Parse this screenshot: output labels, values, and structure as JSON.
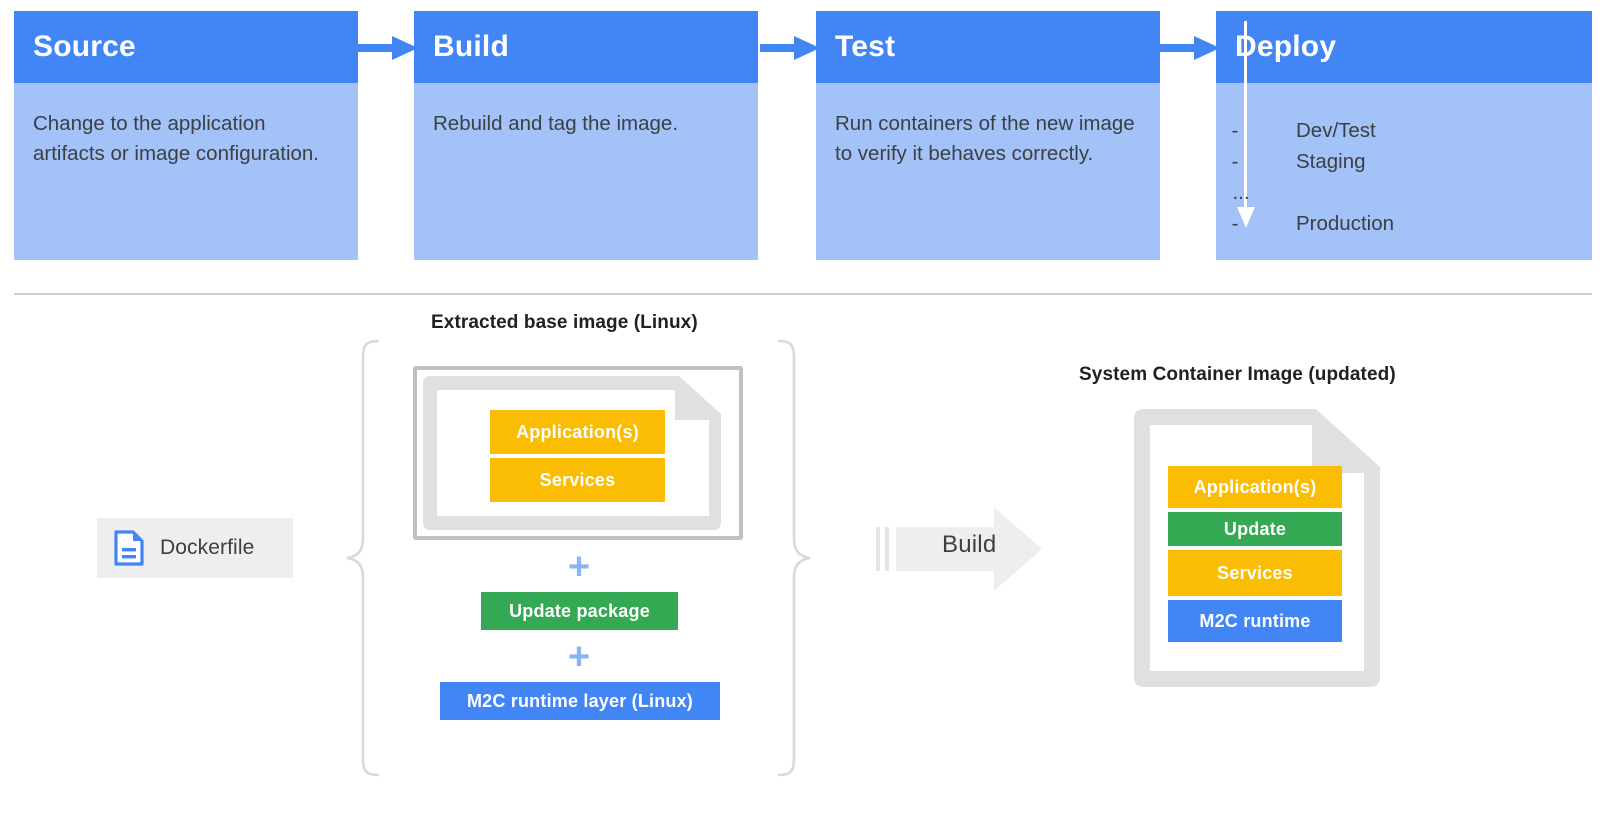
{
  "pipeline": {
    "stages": [
      {
        "title": "Source",
        "body": "Change to the application artifacts or image configuration."
      },
      {
        "title": "Build",
        "body": "Rebuild and tag the image."
      },
      {
        "title": "Test",
        "body": "Run containers of the new image to verify it behaves correctly."
      },
      {
        "title": "Deploy",
        "body": ""
      }
    ],
    "deploy_items": [
      {
        "marker": "-",
        "label": "Dev/Test"
      },
      {
        "marker": "-",
        "label": "Staging"
      },
      {
        "marker": "...",
        "label": ""
      },
      {
        "marker": "-",
        "label": "Production"
      }
    ],
    "arrow_icon": "arrow-right-icon"
  },
  "lower": {
    "base_image_label": "Extracted base image (Linux)",
    "result_image_label": "System Container Image (updated)",
    "dockerfile": {
      "label": "Dockerfile",
      "icon": "document-icon"
    },
    "base_layers": [
      {
        "name": "Application(s)",
        "color": "#FBBC04"
      },
      {
        "name": "Services",
        "color": "#FBBC04"
      }
    ],
    "addends": [
      {
        "plus": "+",
        "name": "Update package",
        "color": "#34A853"
      },
      {
        "plus": "+",
        "name": "M2C runtime layer (Linux)",
        "color": "#4285F4"
      }
    ],
    "build_action": {
      "label": "Build",
      "icon": "block-arrow-right-icon"
    },
    "result_layers": [
      {
        "name": "Application(s)",
        "color": "#FBBC04"
      },
      {
        "name": "Update",
        "color": "#34A853"
      },
      {
        "name": "Services",
        "color": "#FBBC04"
      },
      {
        "name": "M2C runtime",
        "color": "#4285F4"
      }
    ]
  },
  "colors": {
    "header_blue": "#4285F4",
    "body_blue": "#A3C2F8",
    "amber": "#FBBC04",
    "green": "#34A853",
    "blue": "#4285F4",
    "plus_blue": "#8AB4F8",
    "grey_border": "#BDC1C6",
    "divider": "#c9ced4"
  }
}
